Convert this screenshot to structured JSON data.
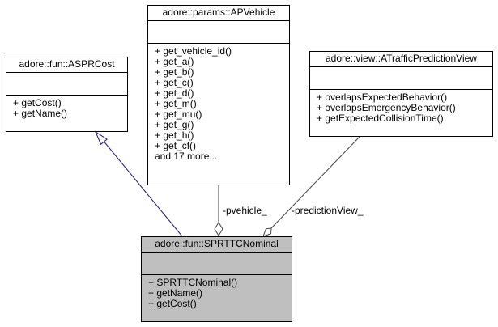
{
  "classes": {
    "apvehicle": {
      "name": "adore::params::APVehicle",
      "operations": [
        "+ get_vehicle_id()",
        "+ get_a()",
        "+ get_b()",
        "+ get_c()",
        "+ get_d()",
        "+ get_m()",
        "+ get_mu()",
        "+ get_g()",
        "+ get_h()",
        "+ get_cf()",
        "and 17 more..."
      ]
    },
    "asprcost": {
      "name": "adore::fun::ASPRCost",
      "operations": [
        "+ getCost()",
        "+ getName()"
      ]
    },
    "atrafficpredictionview": {
      "name": "adore::view::ATrafficPredictionView",
      "operations": [
        "+ overlapsExpectedBehavior()",
        "+ overlapsEmergencyBehavior()",
        "+ getExpectedCollisionTime()"
      ]
    },
    "sprttcnominal": {
      "name": "adore::fun::SPRTTCNominal",
      "operations": [
        "+ SPRTTCNominal()",
        "+ getName()",
        "+ getCost()"
      ]
    }
  },
  "relations": {
    "pvehicle_label": "-pvehicle_",
    "prediction_view_label": "-predictionView_"
  },
  "colors": {
    "inheritance_edge": "#191970",
    "association_edge": "#404040",
    "focus_fill": "#bfbfbf"
  }
}
